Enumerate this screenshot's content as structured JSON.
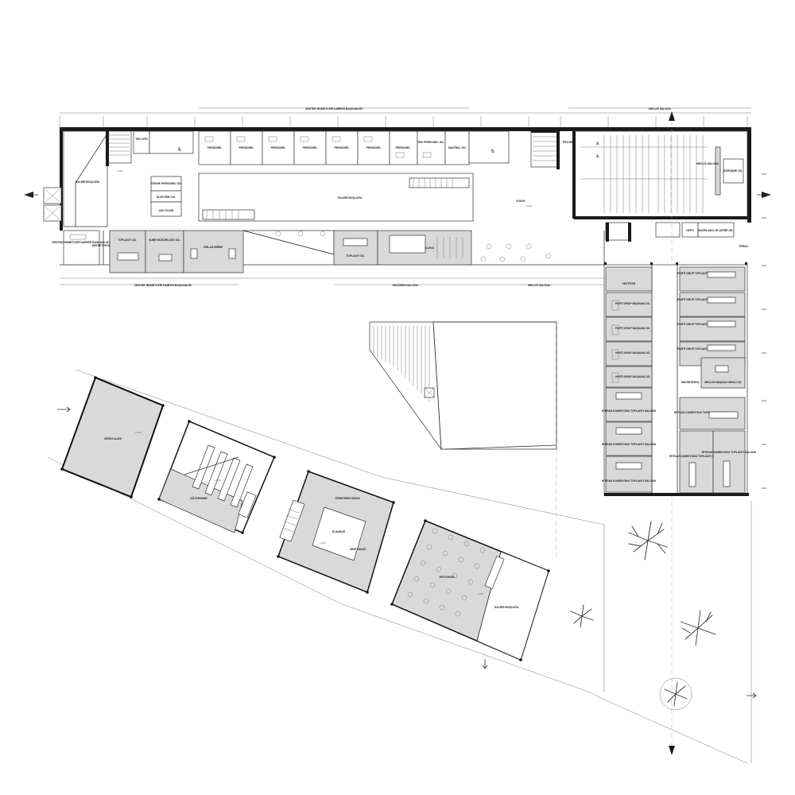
{
  "header_labels": {
    "top_left": "DESTEK HİZMETLERİ DAİRESİ BAŞKANLIĞI",
    "top_right": "MECLİS SALONU",
    "bottom_left": "DESTEK HİZMETLERİ DAİRESİ BAŞKANLIĞI",
    "bottom_mid": "ENCÜMEN SALONU",
    "bottom_right": "MECLİS SALONU"
  },
  "north_wing": {
    "galeri_left": "GALERİ BOŞLUĞU",
    "galeri_center": "GALERİ BOŞLUĞU",
    "fuaye": "FUAYE",
    "tek_ofis": "TEK OFİS",
    "personel_offices": [
      "PERSONEL",
      "PERSONEL",
      "PERSONEL",
      "PERSONEL",
      "PERSONEL",
      "PERSONEL",
      "PERSONEL"
    ],
    "tek_personel": "TEK PERSONEL OD.",
    "santral": "SANTRAL OD.",
    "teknik_personel": "TEKNİK PERSONEL OD.",
    "elektrik": "ELEKTRİK OD.",
    "cay": "ÇAY OCAĞI",
    "destek_baskan": "DESTEK HİZMETLERİ DAİRESİ BAŞKANI OD.",
    "sekreterya": "SEKRETERYA",
    "toplanti_1": "TOPLANTI OD.",
    "sube_mudur": "ŞUBE MÜDÜRLÜĞÜ OD.",
    "emlak": "EMLAK BİRİMİ",
    "toplanti_2": "TOPLANTI OD.",
    "encumen": "ENCÜMEN SALONU",
    "projeksiyon": "PROJEKSİYON",
    "meclis_salonu": "MECLİS SALONU",
    "gorusme": "GÖRÜŞME OD.",
    "depo": "DEPO",
    "hazirlama": "HAZIRLAMA VE ÇEVİRİ OD.",
    "teras": "TERAS",
    "level_1": "+4.00",
    "level_2": "+4.00",
    "level_3": "+4.00"
  },
  "east_wing": {
    "vestiyer": "VESTİYER",
    "parti_grup_left": [
      "PARTİ GRUP BAŞKANI OD.",
      "PARTİ GRUP BAŞKANI OD.",
      "PARTİ GRUP BAŞKANI OD.",
      "PARTİ GRUP BAŞKANI OD."
    ],
    "parti_grup_right": [
      "PARTİ GRUP TOPLANTI OD.",
      "PARTİ GRUP TOPLANTI OD.",
      "PARTİ GRUP TOPLANTI OD.",
      "PARTİ GRUP TOPLANTI OD."
    ],
    "sekreterya": "SEKRETERYA",
    "meclis_baskan_vekili": "MECLİS BAŞKAN VEKİLİ OD.",
    "ihtisas_left": [
      "İHTİSAS KOMİSYONU TOPLANTI SALONU",
      "İHTİSAS KOMİSYONU TOPLANTI SALONU",
      "İHTİSAS KOMİSYONU TOPLANTI SALONU"
    ],
    "ihtisas_right": [
      "İHTİSAS KOMİSYONU TOPLANTI SALONU",
      "İHTİSAS KOMİSYONU TOPLANTI SALONU",
      "İHTİSAS KOMİSYONU TOPLANTI SALONU"
    ]
  },
  "pavilions": {
    "sergi": "SERGİ ALANI",
    "sergi_level": "+0.00",
    "kutuphane": "KÜTÜPHANE",
    "kutuphane_level": "+0.00",
    "ogretmen": "ÖĞRETMEN ODASI",
    "ic_bahce": "İÇ BAHÇE",
    "ic_bahce_level": "+0.00",
    "sinif": "SINIF ODASI",
    "restoran": "RESTORAN",
    "restoran_level": "+0.00",
    "galeri": "GALERİ BOŞLUĞU"
  },
  "dimensions": [
    "0.00",
    "0.00",
    "0.00",
    "0.00",
    "0.00",
    "0.00",
    "0.00",
    "0.00"
  ],
  "colors": {
    "wall": "#1a1a1a",
    "room_fill": "#d9d9d9",
    "line": "#333333"
  },
  "icons": [
    "north-arrow-icon",
    "tree-icon",
    "wheelchair-icon",
    "section-arrow-icon"
  ]
}
